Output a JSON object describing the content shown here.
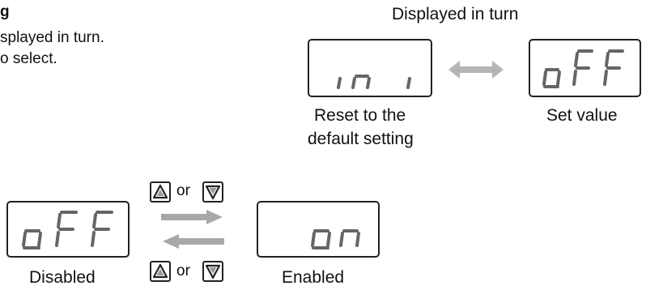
{
  "intro": {
    "heading_fragment": "g",
    "line1": "splayed in turn.",
    "line2": "o select."
  },
  "top_diagram": {
    "title": "Displayed in turn",
    "left_display": {
      "segments": "ini",
      "caption_line1": "Reset to the",
      "caption_line2": "default setting"
    },
    "right_display": {
      "segments": "oFF",
      "caption": "Set value"
    },
    "arrow_color": "#b5b5b5",
    "arrow_icon": "double-arrow-icon"
  },
  "bottom_diagram": {
    "left_display": {
      "segments": "oFF",
      "caption": "Disabled"
    },
    "right_display": {
      "segments": "on",
      "caption": "Enabled"
    },
    "top_keys": {
      "key1_icon": "up-key-icon",
      "or_label": "or",
      "key2_icon": "down-key-icon"
    },
    "bottom_keys": {
      "key1_icon": "up-key-icon",
      "or_label": "or",
      "key2_icon": "down-key-icon"
    },
    "arrow_color": "#a8a8a8"
  }
}
